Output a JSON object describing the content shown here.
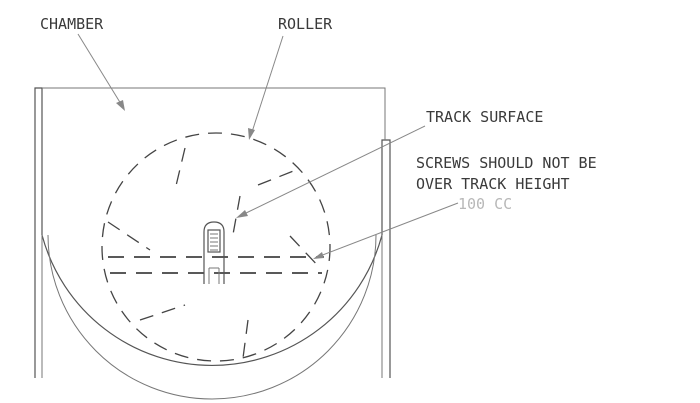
{
  "labels": {
    "chamber": "CHAMBER",
    "roller": "ROLLER",
    "track_surface": "TRACK SURFACE",
    "screws_line1": "SCREWS SHOULD NOT BE",
    "screws_line2": "OVER TRACK HEIGHT",
    "volume": "100 CC"
  },
  "colors": {
    "line": "#555555",
    "text": "#3a3a3a",
    "light_text": "#b8b8b8"
  }
}
